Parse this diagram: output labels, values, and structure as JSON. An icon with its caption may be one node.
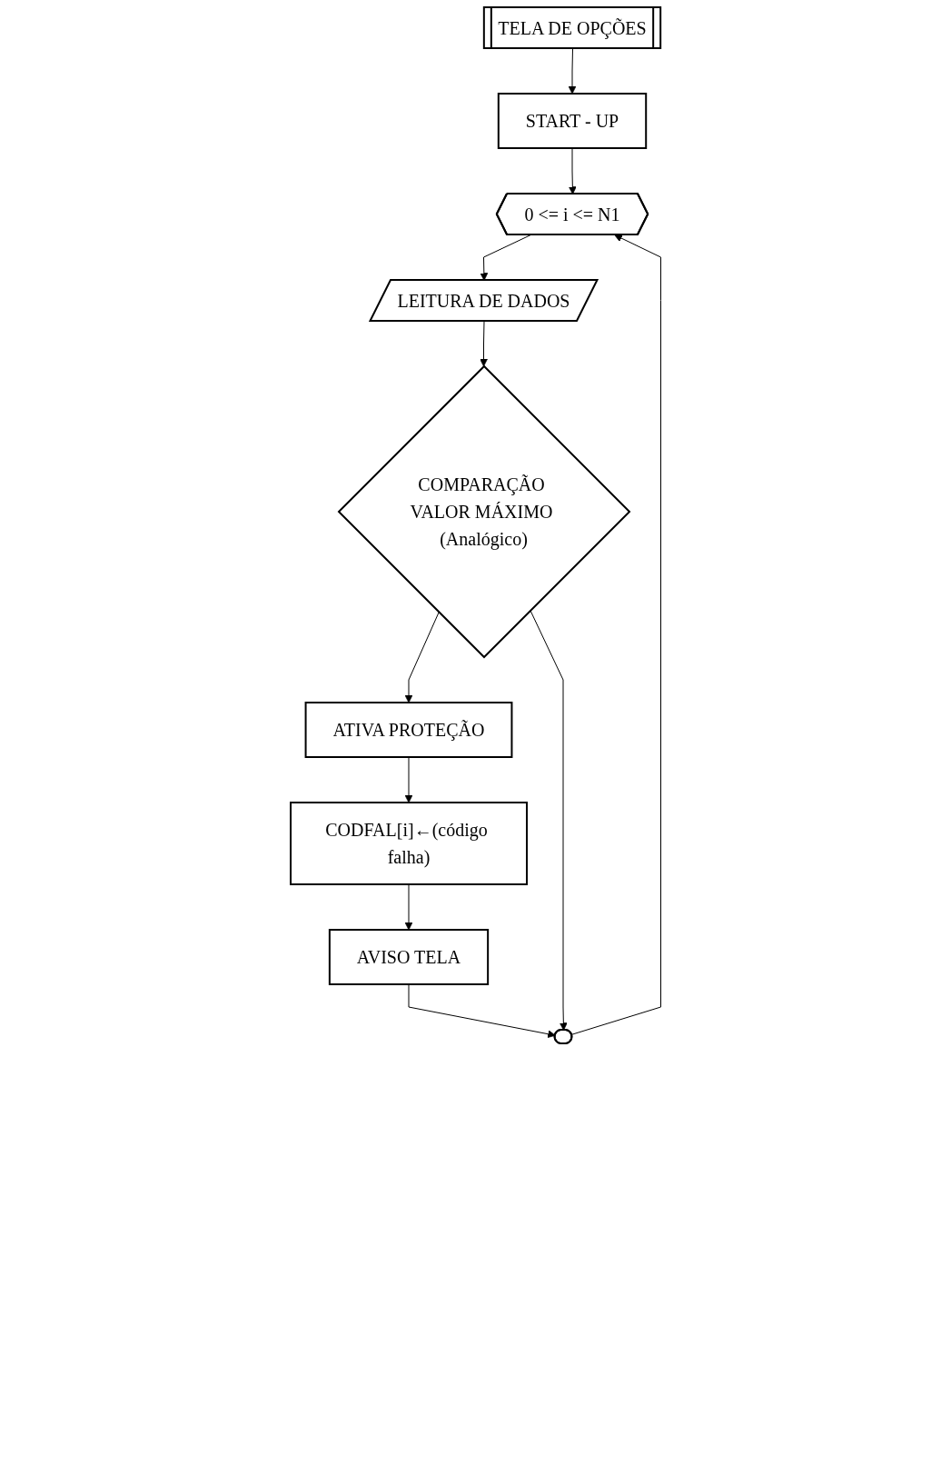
{
  "diagram": {
    "nodes": [
      {
        "text": [
          "TELA DE OPÇÕES"
        ]
      },
      {
        "text": [
          "START - UP"
        ]
      },
      {
        "text": [
          "0 <= i <= N1"
        ]
      },
      {
        "text": [
          "LEITURA DE DADOS"
        ]
      },
      {
        "text": [
          "COMPARAÇÃO VALOR MÁXIMO (Analógico)"
        ]
      },
      {
        "text": [
          "ATIVA PROTEÇÃO"
        ]
      },
      {
        "text": [
          "CODFAL[i]←(código falha)"
        ]
      },
      {
        "text": [
          "AVISO TELA"
        ]
      },
      {
        "text": [],
        "shape": "box"
      }
    ],
    "edges": [
      {
        "from": 0,
        "to": 1,
        "arrow": "to"
      },
      {
        "from": 1,
        "to": 2,
        "arrow": "to"
      },
      {
        "from": 2,
        "to": 3,
        "arrow": "to"
      },
      {
        "from": 3,
        "to": 4,
        "arrow": "to"
      },
      {
        "from": 4,
        "to": 5,
        "arrow": "to"
      },
      {
        "from": 5,
        "to": 6,
        "arrow": "to"
      },
      {
        "from": 6,
        "to": 7,
        "arrow": "to"
      },
      {
        "from": 7,
        "to": 8,
        "arrow": "to"
      },
      {
        "from": 4,
        "to": 8,
        "arrow": "to"
      },
      {
        "from": 8,
        "to": 2,
        "arrow": "to"
      }
    ]
  }
}
